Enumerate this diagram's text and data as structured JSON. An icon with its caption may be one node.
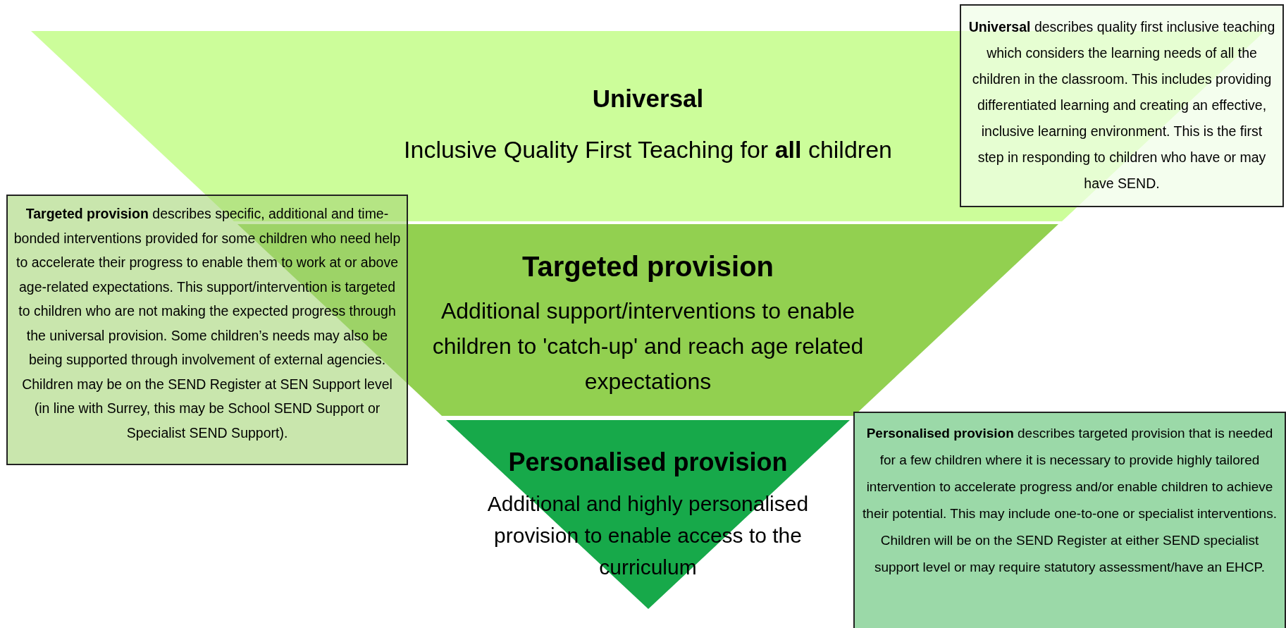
{
  "diagram": {
    "nodes": [
      {
        "text": [
          "Universal",
          "Inclusive Quality First Teaching for **all** children"
        ]
      },
      {
        "text": [
          "**Universal** describes quality first inclusive teaching which considers the learning needs of all the children in the classroom. This includes providing differentiated learning and creating an effective, inclusive learning environment.  This is the first step in responding to children who have or may have SEND."
        ]
      },
      {
        "text": [
          "**Targeted provision** describes specific, additional and time-bonded interventions provided for some children who need help to accelerate their progress to enable them to work at or above age-related expectations. This support/intervention is targeted to children who are not making the expected progress through the universal provision. Some children’s needs may also be being supported through involvement of external agencies. Children may be on the SEND Register at SEN Support level (in line with Surrey, this may be School SEND Support or Specialist SEND Support)."
        ]
      },
      {
        "text": [
          "Targeted provision",
          "Additional support/interventions to enable children to 'catch-up' and reach age related expectations"
        ]
      },
      {
        "text": [
          "Personalised provision",
          "Additional and highly personalised provision to enable access to the curriculum"
        ]
      },
      {
        "text": [
          "**Personalised provision** describes targeted provision that is needed for a few children where it is necessary to provide highly tailored intervention to accelerate progress and/or enable children to achieve their potential. This may include one-to-one or specialist interventions.  Children will be on the SEND Register at either SEND specialist support level or may require statutory assessment/have an EHCP."
        ]
      }
    ]
  }
}
